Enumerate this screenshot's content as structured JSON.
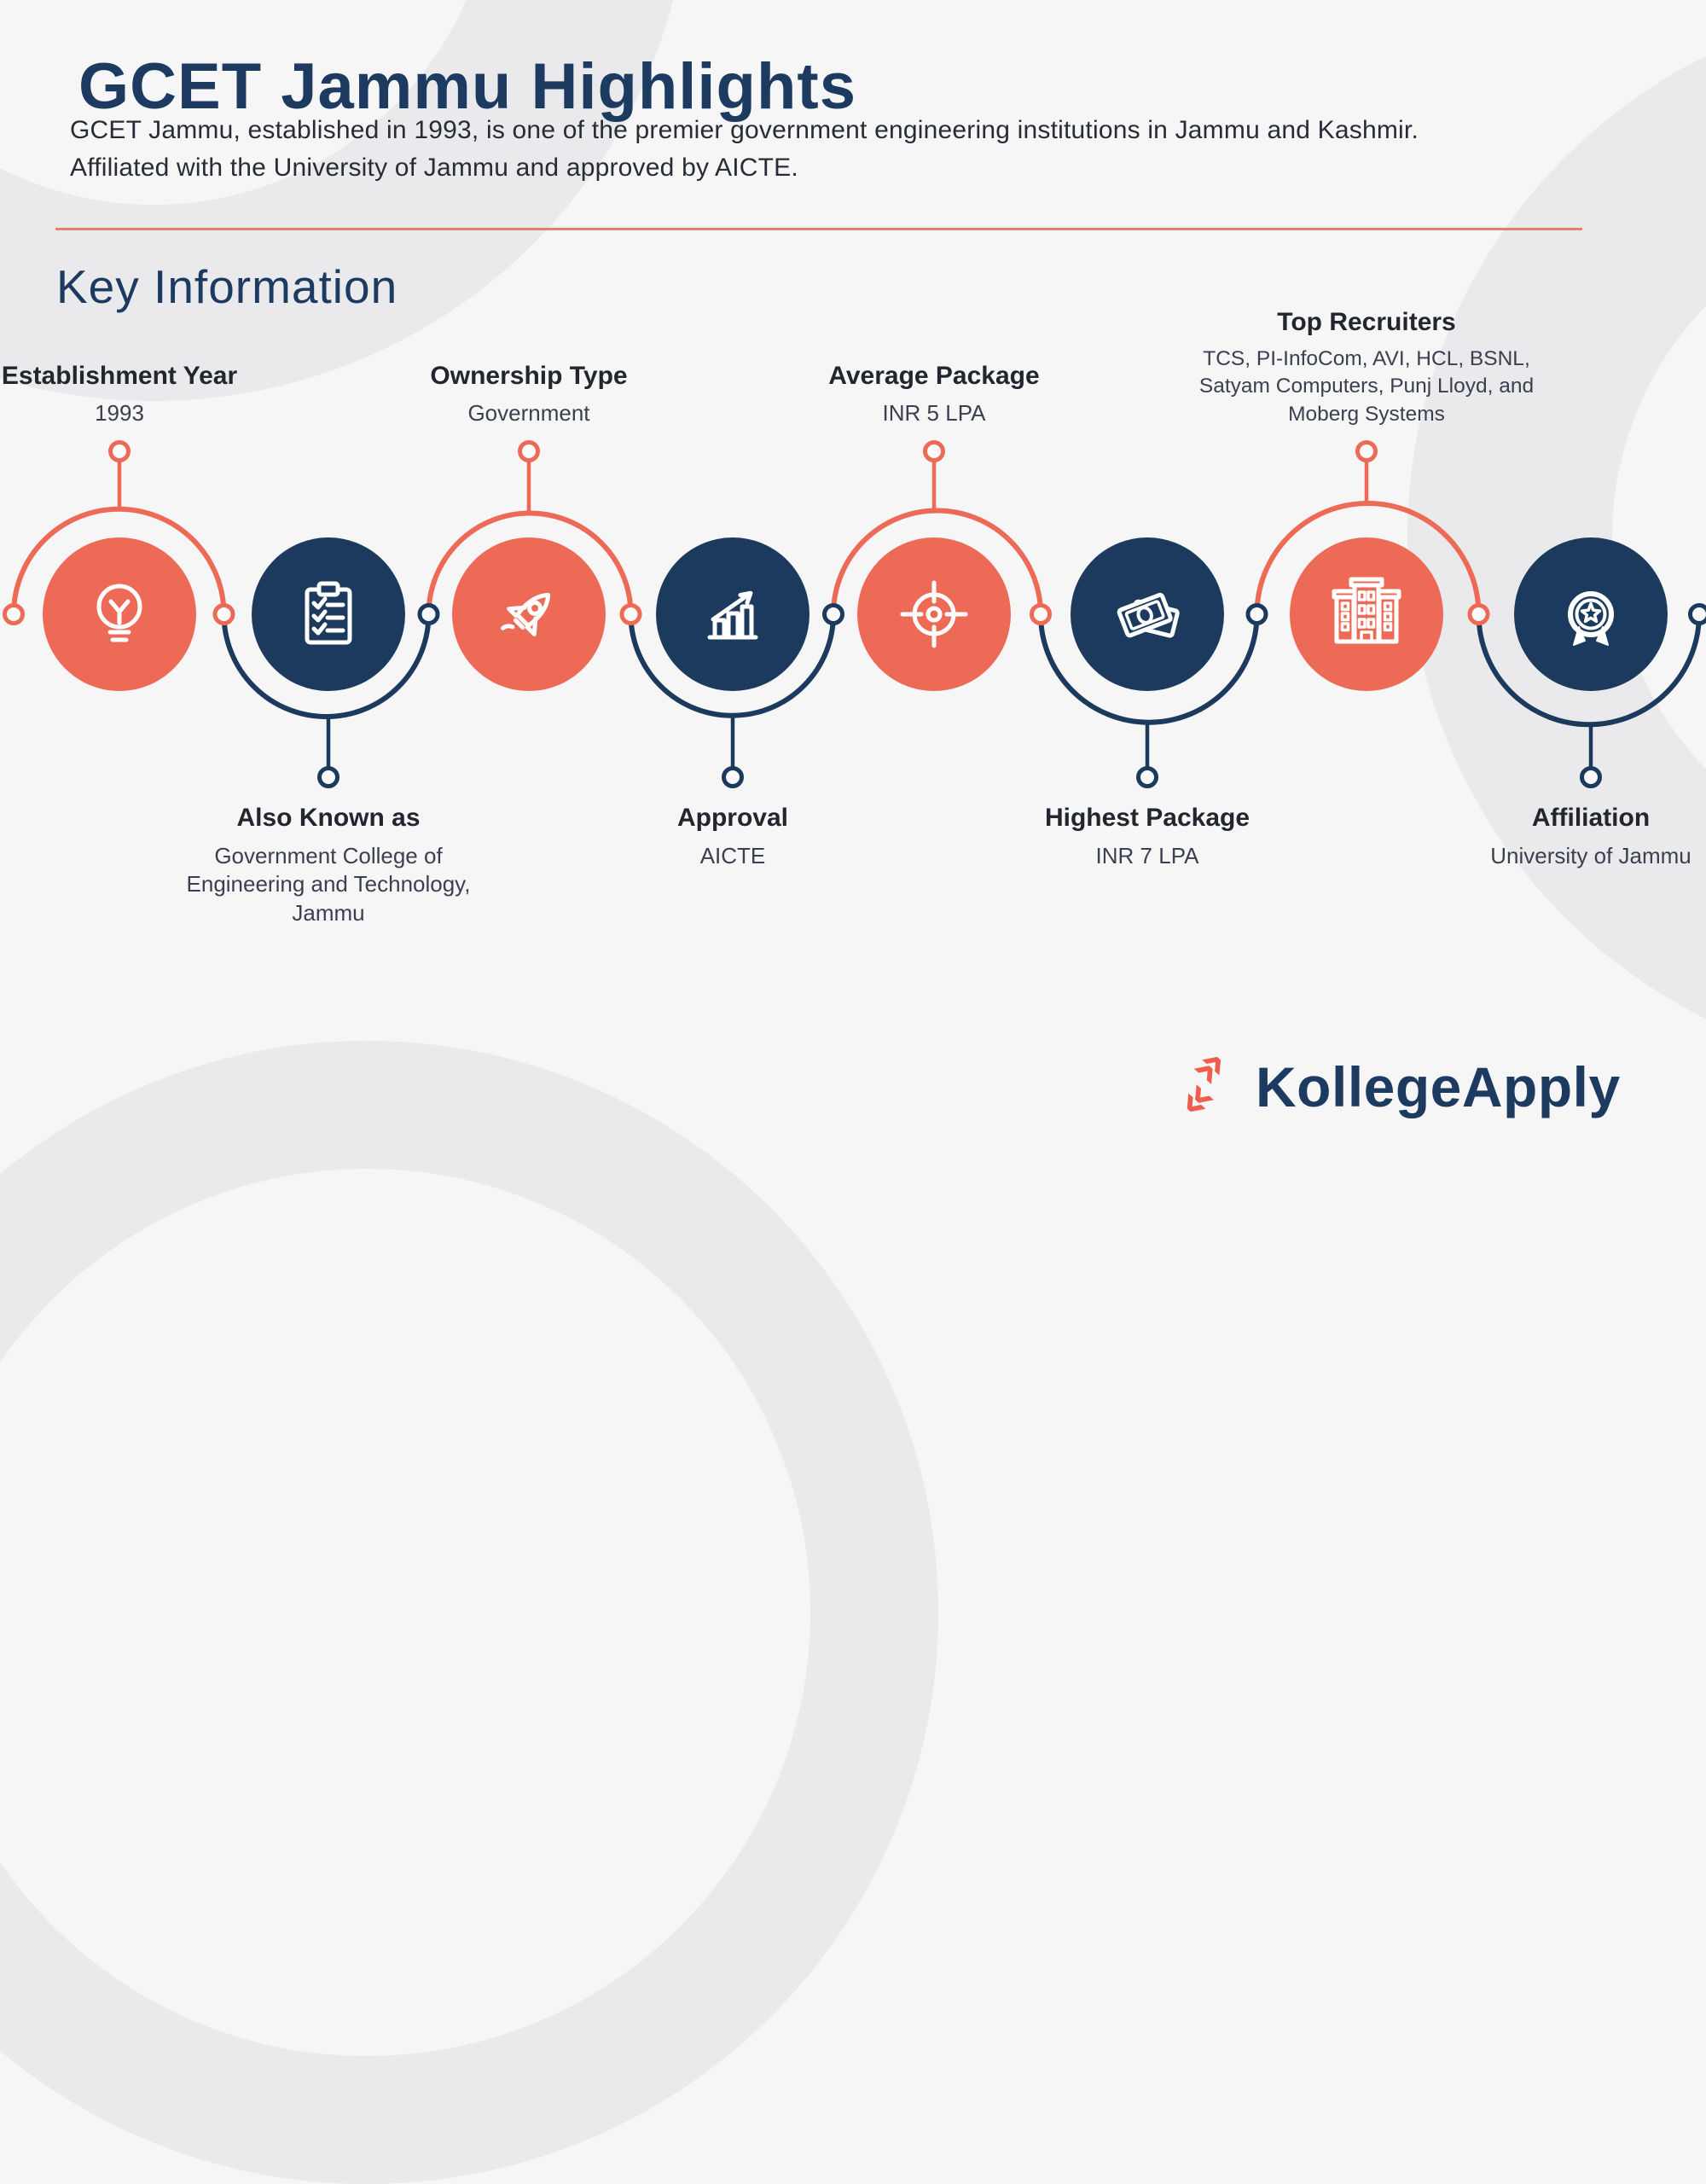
{
  "header": {
    "title": "GCET Jammu Highlights",
    "description_line1": "GCET Jammu, established in 1993, is one of the premier government engineering institutions in Jammu and Kashmir.",
    "description_line2": "Affiliated with the University of Jammu and approved by AICTE."
  },
  "section": {
    "heading": "Key Information"
  },
  "timeline": {
    "items": [
      {
        "title": "Establishment Year",
        "value": "1993",
        "icon": "lightbulb-icon",
        "color": "coral",
        "label_position": "top"
      },
      {
        "title": "Also Known as",
        "value": "Government College of Engineering and Technology, Jammu",
        "icon": "clipboard-checklist-icon",
        "color": "navy",
        "label_position": "bottom"
      },
      {
        "title": "Ownership Type",
        "value": "Government",
        "icon": "rocket-icon",
        "color": "coral",
        "label_position": "top"
      },
      {
        "title": "Approval",
        "value": "AICTE",
        "icon": "growth-chart-icon",
        "color": "navy",
        "label_position": "bottom"
      },
      {
        "title": "Average Package",
        "value": "INR 5 LPA",
        "icon": "target-icon",
        "color": "coral",
        "label_position": "top"
      },
      {
        "title": "Highest Package",
        "value": "INR 7 LPA",
        "icon": "banknotes-icon",
        "color": "navy",
        "label_position": "bottom"
      },
      {
        "title": "Top Recruiters",
        "value": "TCS, PI-InfoCom, AVI, HCL, BSNL, Satyam Computers, Punj Lloyd, and Moberg Systems",
        "icon": "building-icon",
        "color": "coral",
        "label_position": "top"
      },
      {
        "title": "Affiliation",
        "value": "University of Jammu",
        "icon": "award-medal-icon",
        "color": "navy",
        "label_position": "bottom"
      }
    ]
  },
  "footer": {
    "brand": "KollegeApply"
  },
  "colors": {
    "coral": "#ED6A56",
    "navy": "#1C3A5E",
    "heading_navy": "#1D3B61",
    "divider": "#E0816C",
    "text_dark": "#22262F",
    "text_value": "#3A4050",
    "background": "#F6F6F7",
    "decoration_gray": "#EAEAEC",
    "logo_coral": "#EF5E4C"
  }
}
